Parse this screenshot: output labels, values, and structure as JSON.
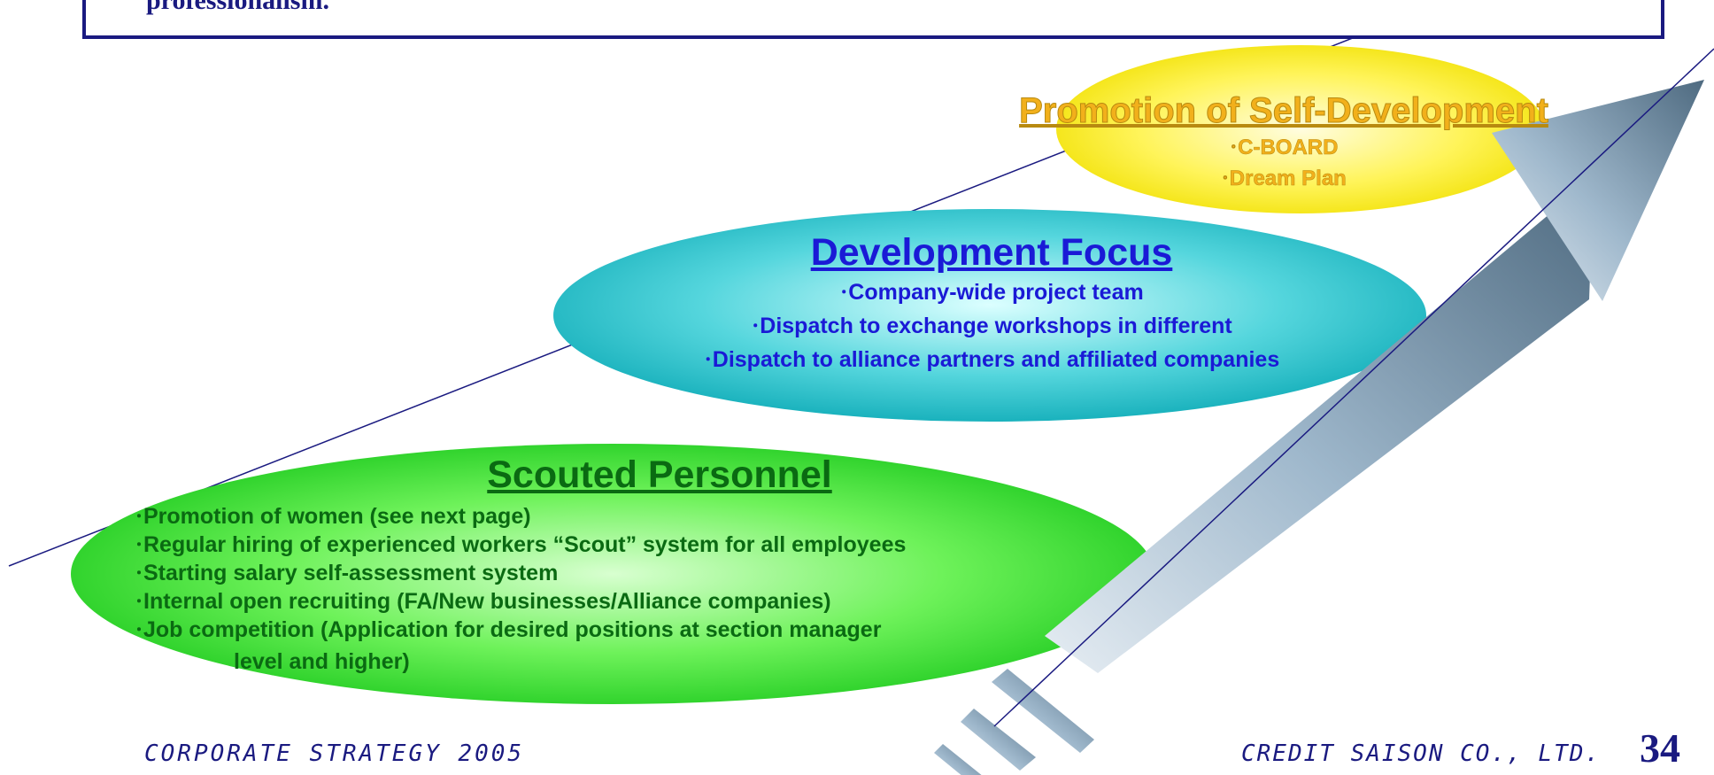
{
  "header": {
    "text": "professionalism."
  },
  "self_development": {
    "title": "Promotion of Self-Development",
    "items": [
      "C-BOARD",
      "Dream Plan"
    ]
  },
  "development_focus": {
    "title": "Development Focus",
    "items": [
      "Company-wide project team",
      "Dispatch to exchange workshops in different",
      "Dispatch to alliance partners and affiliated companies"
    ]
  },
  "scouted_personnel": {
    "title": "Scouted Personnel",
    "items": [
      "Promotion of women (see next page)",
      "Regular hiring of experienced workers   “Scout” system for all employees",
      "Starting salary self-assessment system",
      "Internal open recruiting (FA/New businesses/Alliance companies)",
      "Job competition (Application for desired positions at section manager"
    ],
    "continuation": "level and higher)"
  },
  "footer": {
    "left": "CORPORATE STRATEGY 2005",
    "right": "CREDIT SAISON CO., LTD.",
    "page_number": "34"
  },
  "bullet_glyph": "･",
  "colors": {
    "navy": "#1a1a80",
    "yellow_text": "#f2b01b",
    "blue_text": "#1a1ad6",
    "green_text": "#0a6a12"
  }
}
